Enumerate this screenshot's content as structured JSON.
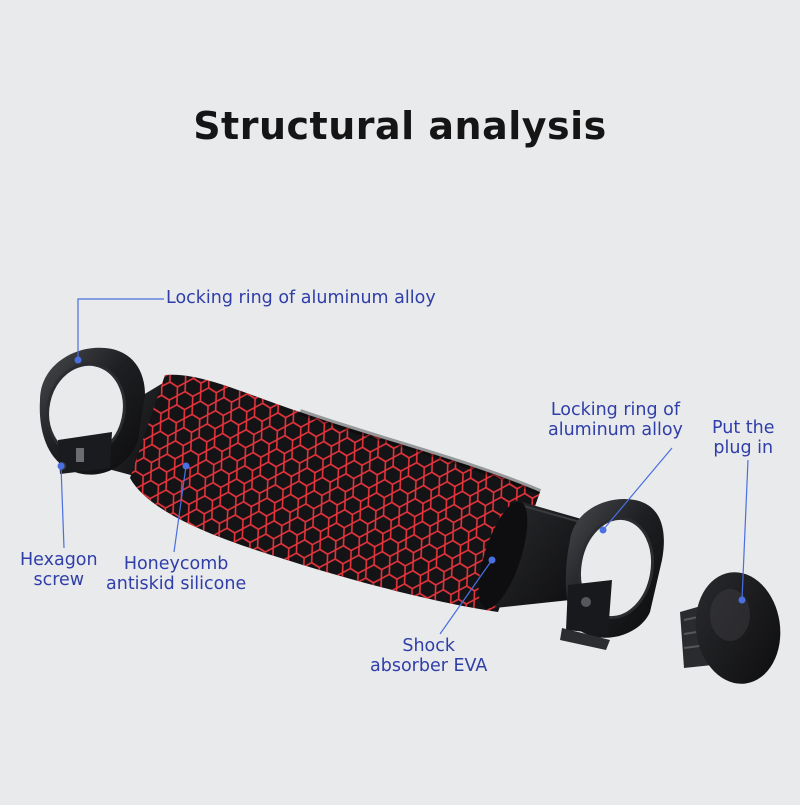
{
  "title": "Structural analysis",
  "colors": {
    "label_text": "#2f3ea8",
    "leader_line": "#4a6fe0",
    "honeycomb_mesh": "#e8343c",
    "metal": "#1b1c1e",
    "background": "#e9eaec"
  },
  "labels": {
    "locking_ring_left": "Locking ring of aluminum alloy",
    "locking_ring_right": [
      "Locking ring of",
      "aluminum alloy"
    ],
    "plug": [
      "Put the",
      "plug in"
    ],
    "hexagon_screw": [
      "Hexagon",
      "screw"
    ],
    "honeycomb": [
      "Honeycomb",
      "antiskid silicone"
    ],
    "shock_absorber": [
      "Shock",
      "absorber EVA"
    ]
  }
}
